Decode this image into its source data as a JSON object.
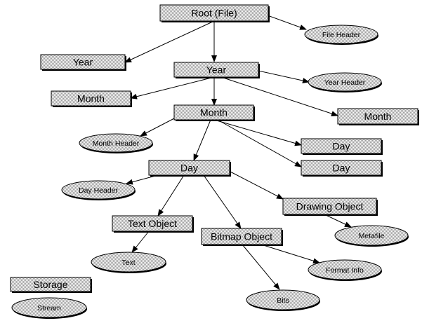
{
  "nodes": {
    "root": {
      "label": "Root (File)",
      "shape": "box"
    },
    "file_header": {
      "label": "File Header",
      "shape": "ellipse"
    },
    "year_a": {
      "label": "Year",
      "shape": "box"
    },
    "year_b": {
      "label": "Year",
      "shape": "box"
    },
    "year_header": {
      "label": "Year Header",
      "shape": "ellipse"
    },
    "month_a": {
      "label": "Month",
      "shape": "box"
    },
    "month_b": {
      "label": "Month",
      "shape": "box"
    },
    "month_c": {
      "label": "Month",
      "shape": "box"
    },
    "month_header": {
      "label": "Month Header",
      "shape": "ellipse"
    },
    "day_a": {
      "label": "Day",
      "shape": "box"
    },
    "day_b": {
      "label": "Day",
      "shape": "box"
    },
    "day_c": {
      "label": "Day",
      "shape": "box"
    },
    "day_header": {
      "label": "Day Header",
      "shape": "ellipse"
    },
    "drawing_object": {
      "label": "Drawing Object",
      "shape": "box"
    },
    "metafile": {
      "label": "Metafile",
      "shape": "ellipse"
    },
    "text_object": {
      "label": "Text Object",
      "shape": "box"
    },
    "bitmap_object": {
      "label": "Bitmap Object",
      "shape": "box"
    },
    "text": {
      "label": "Text",
      "shape": "ellipse"
    },
    "format_info": {
      "label": "Format Info",
      "shape": "ellipse"
    },
    "bits": {
      "label": "Bits",
      "shape": "ellipse"
    },
    "legend_storage": {
      "label": "Storage",
      "shape": "box"
    },
    "legend_stream": {
      "label": "Stream",
      "shape": "ellipse"
    }
  },
  "edges": [
    [
      "root",
      "file_header"
    ],
    [
      "root",
      "year_a"
    ],
    [
      "root",
      "year_b"
    ],
    [
      "year_b",
      "year_header"
    ],
    [
      "year_b",
      "month_a"
    ],
    [
      "year_b",
      "month_b"
    ],
    [
      "year_b",
      "month_c"
    ],
    [
      "month_b",
      "month_header"
    ],
    [
      "month_b",
      "day_a"
    ],
    [
      "month_b",
      "day_b"
    ],
    [
      "month_b",
      "day_c"
    ],
    [
      "day_a",
      "day_header"
    ],
    [
      "day_a",
      "text_object"
    ],
    [
      "day_a",
      "bitmap_object"
    ],
    [
      "day_a",
      "drawing_object"
    ],
    [
      "drawing_object",
      "metafile"
    ],
    [
      "text_object",
      "text"
    ],
    [
      "bitmap_object",
      "format_info"
    ],
    [
      "bitmap_object",
      "bits"
    ]
  ]
}
